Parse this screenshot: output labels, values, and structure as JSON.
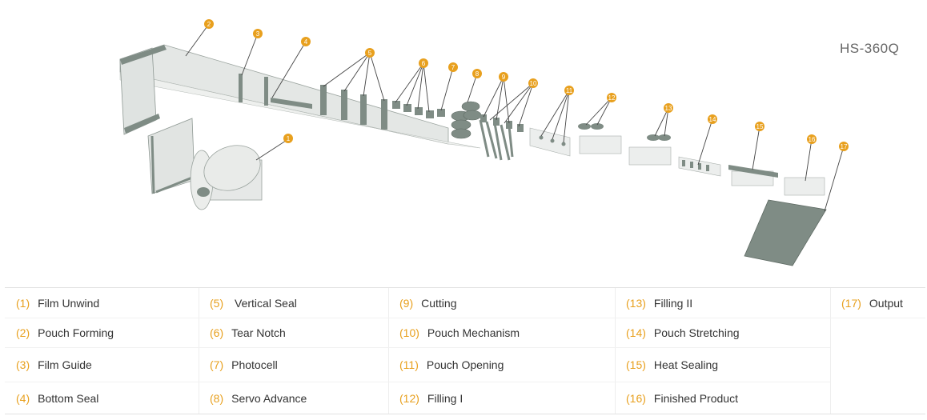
{
  "model": "HS-360Q",
  "colors": {
    "accent": "#e8a01e",
    "machine": "#7f8c85",
    "film": "#e2e5e3",
    "line": "#555555"
  },
  "callouts": [
    "1",
    "2",
    "3",
    "4",
    "5",
    "6",
    "7",
    "8",
    "9",
    "10",
    "11",
    "12",
    "13",
    "14",
    "15",
    "16",
    "17"
  ],
  "legend": [
    [
      {
        "num": "(1)",
        "label": "Film Unwind"
      },
      {
        "num": "(2)",
        "label": "Pouch Forming"
      },
      {
        "num": "(3)",
        "label": "Film Guide"
      },
      {
        "num": "(4)",
        "label": "Bottom Seal"
      }
    ],
    [
      {
        "num": "(5)",
        "label": " Vertical Seal"
      },
      {
        "num": "(6)",
        "label": "Tear Notch"
      },
      {
        "num": "(7)",
        "label": "Photocell"
      },
      {
        "num": "(8)",
        "label": "Servo Advance"
      }
    ],
    [
      {
        "num": "(9)",
        "label": "Cutting"
      },
      {
        "num": "(10)",
        "label": "Pouch Mechanism"
      },
      {
        "num": "(11)",
        "label": "Pouch Opening"
      },
      {
        "num": "(12)",
        "label": "Filling I"
      }
    ],
    [
      {
        "num": "(13)",
        "label": "Filling II"
      },
      {
        "num": "(14)",
        "label": "Pouch Stretching"
      },
      {
        "num": "(15)",
        "label": "Heat Sealing"
      },
      {
        "num": "(16)",
        "label": "Finished Product"
      }
    ],
    [
      {
        "num": "(17)",
        "label": "Output"
      }
    ]
  ]
}
